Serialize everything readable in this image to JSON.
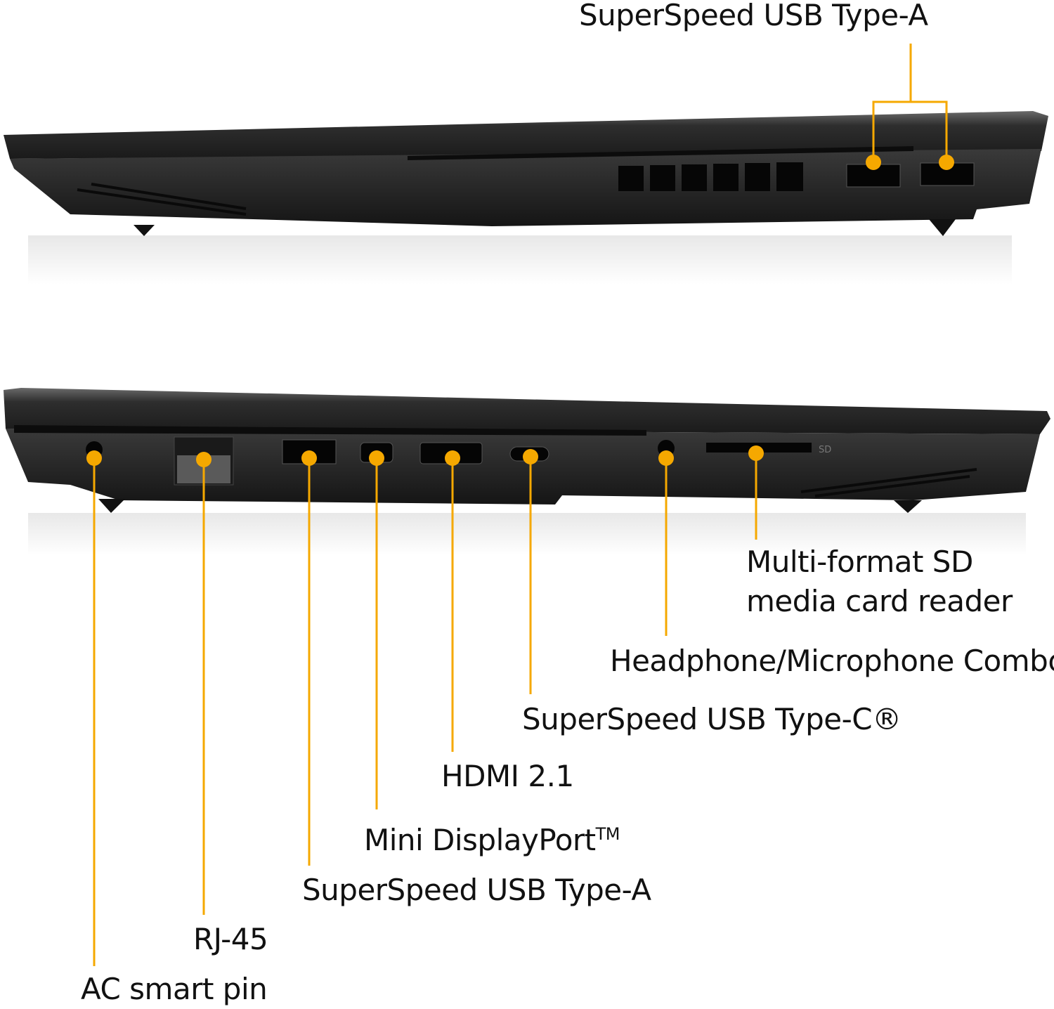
{
  "colors": {
    "callout": "#F5A800",
    "body": "#232323",
    "body_dark": "#111111",
    "background": "#ffffff"
  },
  "top_view": {
    "callouts": [
      {
        "label": "SuperSpeed USB Type-A"
      }
    ]
  },
  "bottom_view": {
    "callouts": [
      {
        "label": "Multi-format SD",
        "label_line2": "media card reader"
      },
      {
        "label": "Headphone/Microphone Combo"
      },
      {
        "label": "SuperSpeed USB Type-C®"
      },
      {
        "label": "HDMI 2.1"
      },
      {
        "label": "Mini DisplayPort",
        "suffix": "TM"
      },
      {
        "label": "SuperSpeed USB Type-A"
      },
      {
        "label": "RJ-45"
      },
      {
        "label": "AC smart pin"
      }
    ],
    "port_markings": {
      "sd": "SD"
    }
  }
}
